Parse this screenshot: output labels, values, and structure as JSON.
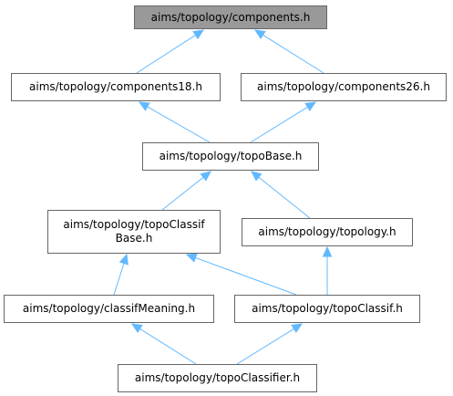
{
  "nodes": [
    {
      "id": "components",
      "label": "aims/topology/components.h",
      "highlight": true
    },
    {
      "id": "components18",
      "label": "aims/topology/components18.h"
    },
    {
      "id": "components26",
      "label": "aims/topology/components26.h"
    },
    {
      "id": "topobase",
      "label": "aims/topology/topoBase.h"
    },
    {
      "id": "topoclassifbase",
      "label_lines": [
        "aims/topology/topoClassif",
        "Base.h"
      ]
    },
    {
      "id": "topology",
      "label": "aims/topology/topology.h"
    },
    {
      "id": "classifmeaning",
      "label": "aims/topology/classifMeaning.h"
    },
    {
      "id": "topoclassif",
      "label": "aims/topology/topoClassif.h"
    },
    {
      "id": "topoclassifier",
      "label": "aims/topology/topoClassifier.h"
    }
  ],
  "edges": [
    {
      "from": "components18",
      "to": "components"
    },
    {
      "from": "components26",
      "to": "components"
    },
    {
      "from": "topobase",
      "to": "components18"
    },
    {
      "from": "topobase",
      "to": "components26"
    },
    {
      "from": "topoclassifbase",
      "to": "topobase"
    },
    {
      "from": "topology",
      "to": "topobase"
    },
    {
      "from": "classifmeaning",
      "to": "topoclassifbase"
    },
    {
      "from": "topoclassif",
      "to": "topoclassifbase"
    },
    {
      "from": "topoclassif",
      "to": "topology"
    },
    {
      "from": "topoclassifier",
      "to": "classifmeaning"
    },
    {
      "from": "topoclassifier",
      "to": "topoclassif"
    }
  ],
  "colors": {
    "edge": "#63b8ff",
    "node_border": "#666666",
    "node_fill": "#ffffff",
    "highlight_fill": "#999999"
  }
}
